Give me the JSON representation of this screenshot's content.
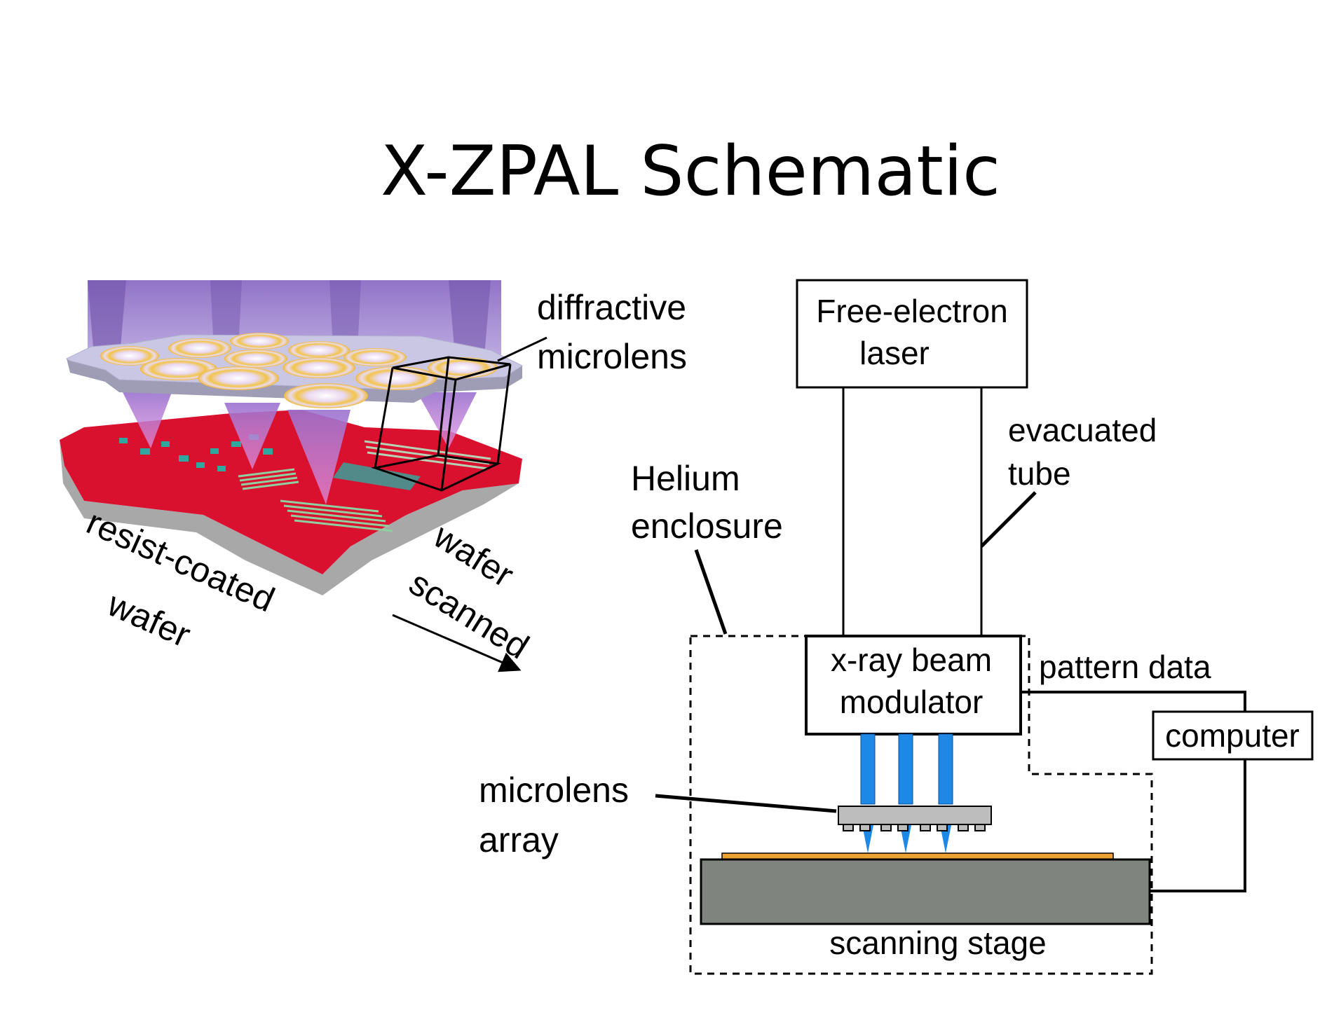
{
  "title": "X-ZPAL Schematic",
  "left_figure": {
    "label_lens": [
      "diffractive",
      "microlens"
    ],
    "label_resist": [
      "resist-coated",
      "wafer"
    ],
    "label_scanned": [
      "wafer",
      "scanned"
    ]
  },
  "right_figure": {
    "fel": [
      "Free-electron",
      "laser"
    ],
    "tube": [
      "evacuated",
      "tube"
    ],
    "helium": [
      "Helium",
      "enclosure"
    ],
    "modulator": [
      "x-ray beam",
      "modulator"
    ],
    "pattern": "pattern data",
    "computer": "computer",
    "array": [
      "microlens",
      "array"
    ],
    "stage": "scanning stage"
  },
  "colors": {
    "resist": "#d9102e",
    "wafer_side": "#a9a8a8",
    "lens_plate": "#c9c6e3",
    "beam": "#7a5bb6",
    "xray": "#1e88e6",
    "stage": "#7f847e",
    "resist_strip": "#f0a335"
  }
}
